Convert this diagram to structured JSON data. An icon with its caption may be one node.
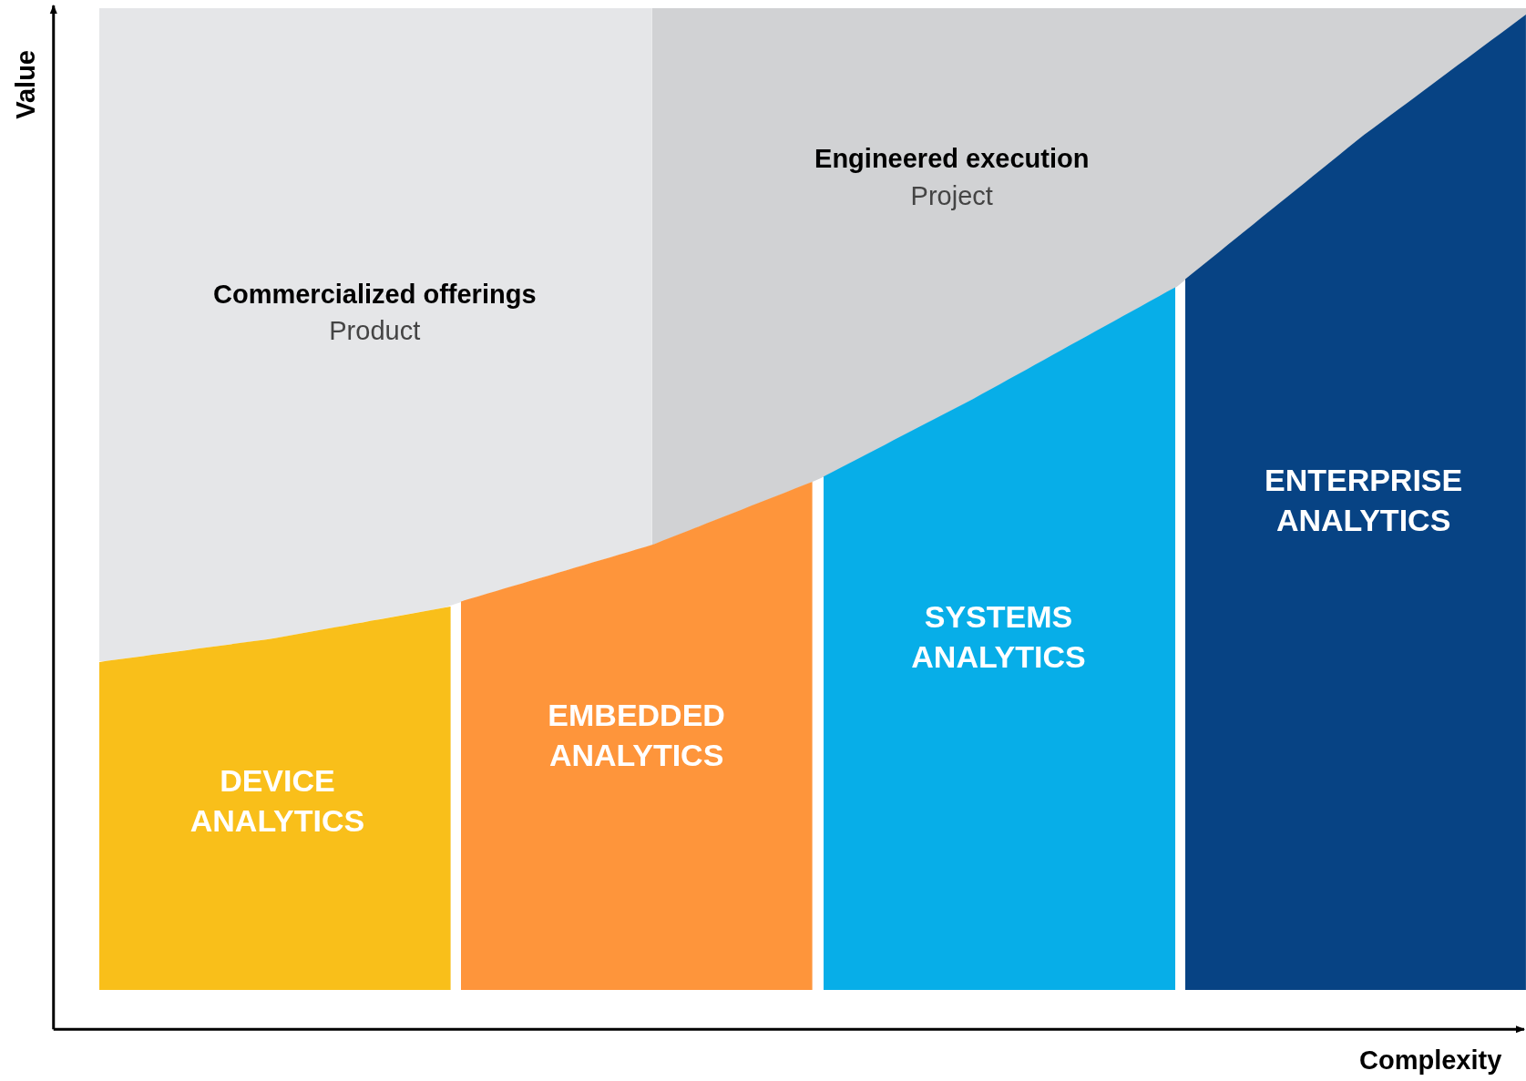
{
  "diagram": {
    "nodes": [
      {
        "text": [
          "Commercialized offerings",
          "Product"
        ]
      },
      {
        "text": [
          "Engineered execution",
          "Project"
        ]
      },
      {
        "text": [
          "DEVICE ANALYTICS"
        ]
      },
      {
        "text": [
          "EMBEDDED ANALYTICS"
        ]
      },
      {
        "text": [
          "SYSTEMS ANALYTICS"
        ]
      },
      {
        "text": [
          "ENTERPRISE ANALYTICS"
        ]
      }
    ],
    "edges": [],
    "labels": [
      "Value",
      "Complexity"
    ]
  }
}
